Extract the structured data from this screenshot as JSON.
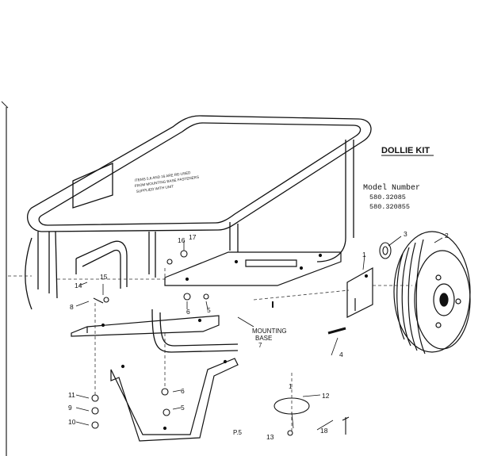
{
  "title": "DOLLIE KIT",
  "model": {
    "heading": "Model Number",
    "numbers": [
      "580.32085",
      "580.320855"
    ]
  },
  "note": {
    "lines": [
      "ITEMS 5,6 AND 16 ARE RE-USED",
      "FROM MOUNTING BASE FASTENERS",
      "SUPPLIED WITH UNIT"
    ]
  },
  "labels": {
    "mounting_base": [
      "MOUNTING",
      "BASE",
      "7"
    ]
  },
  "callouts": {
    "c1": "1",
    "c2": "2",
    "c3": "3",
    "c4": "4",
    "c5": "5",
    "c6": "6",
    "c8": "8",
    "c9": "9",
    "c10": "10",
    "c11": "11",
    "c12": "12",
    "c13": "13",
    "c14": "14",
    "c15": "15",
    "c16": "16",
    "c17": "17",
    "c18": "18"
  },
  "page_mark": "P.5"
}
